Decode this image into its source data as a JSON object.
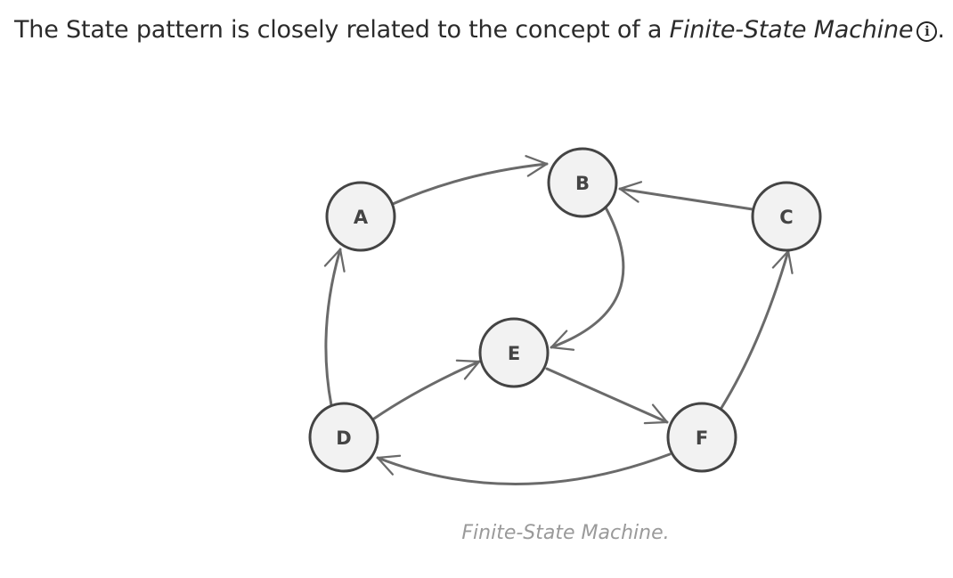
{
  "intro": {
    "text": "The State pattern is closely related to the concept of a ",
    "term": "Finite-State Machine",
    "info_glyph": "i",
    "end_punct": "."
  },
  "diagram": {
    "nodes": [
      {
        "id": "A",
        "label": "A"
      },
      {
        "id": "B",
        "label": "B"
      },
      {
        "id": "C",
        "label": "C"
      },
      {
        "id": "D",
        "label": "D"
      },
      {
        "id": "E",
        "label": "E"
      },
      {
        "id": "F",
        "label": "F"
      }
    ],
    "edges": [
      {
        "from": "A",
        "to": "B"
      },
      {
        "from": "C",
        "to": "B"
      },
      {
        "from": "B",
        "to": "E"
      },
      {
        "from": "D",
        "to": "A"
      },
      {
        "from": "D",
        "to": "E"
      },
      {
        "from": "E",
        "to": "F"
      },
      {
        "from": "F",
        "to": "C"
      },
      {
        "from": "F",
        "to": "D"
      }
    ],
    "caption": "Finite-State Machine."
  }
}
